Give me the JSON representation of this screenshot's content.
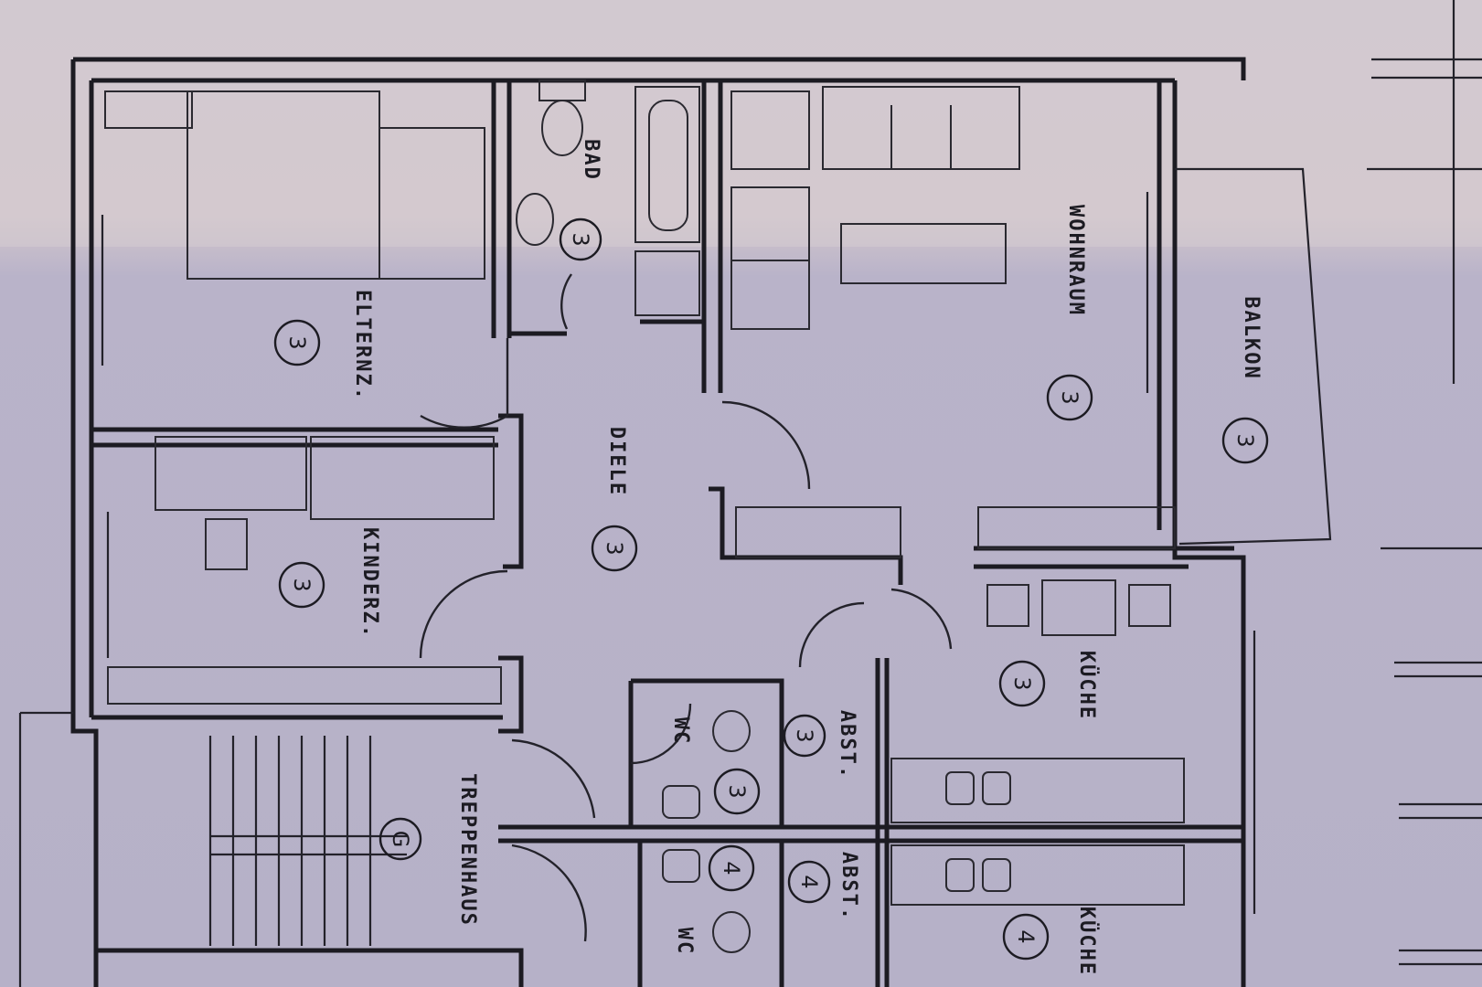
{
  "rooms": [
    {
      "key": "bad",
      "label": "BAD",
      "number": "3"
    },
    {
      "key": "wohnraum",
      "label": "WOHNRAUM",
      "number": "3"
    },
    {
      "key": "balkon",
      "label": "BALKON",
      "number": "3"
    },
    {
      "key": "elternz",
      "label": "ELTERNZ.",
      "number": "3"
    },
    {
      "key": "diele",
      "label": "DIELE",
      "number": "3"
    },
    {
      "key": "kinderz",
      "label": "KINDERZ.",
      "number": "3"
    },
    {
      "key": "kueche3",
      "label": "KÜCHE",
      "number": "3"
    },
    {
      "key": "abst3",
      "label": "ABST.",
      "number": "3"
    },
    {
      "key": "wc3",
      "label": "WC",
      "number": "3"
    },
    {
      "key": "treppenhaus",
      "label": "TREPPENHAUS",
      "number": "G"
    },
    {
      "key": "abst4",
      "label": "ABST.",
      "number": "4"
    },
    {
      "key": "wc4",
      "label": "WC",
      "number": "4"
    },
    {
      "key": "kueche4",
      "label": "KÜCHE",
      "number": "4"
    }
  ]
}
